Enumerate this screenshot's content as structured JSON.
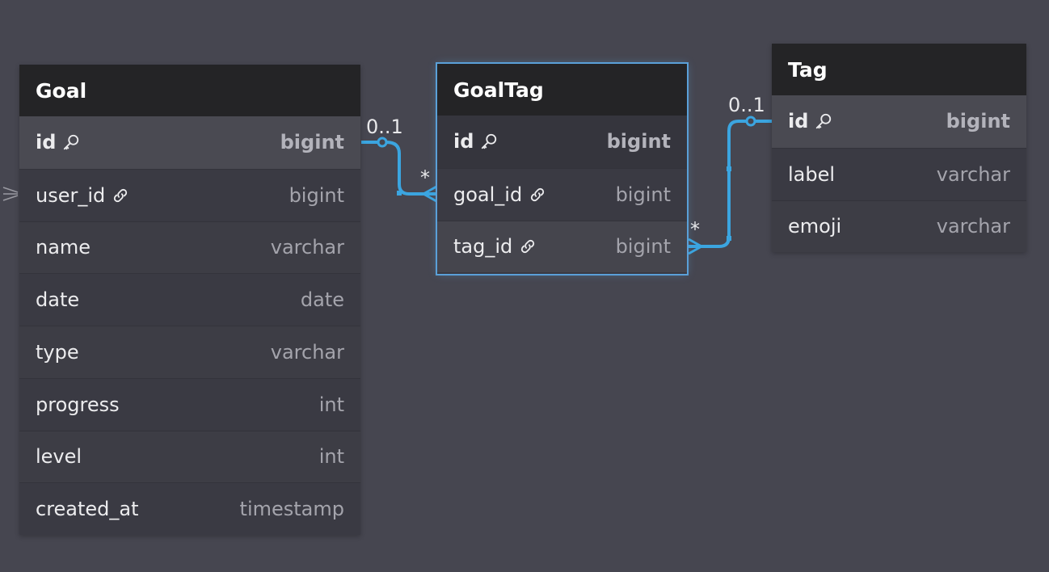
{
  "goal_table": {
    "name": "Goal",
    "rows": [
      {
        "field": "id",
        "type": "bigint",
        "icon": "key-icon"
      },
      {
        "field": "user_id",
        "type": "bigint",
        "icon": "link-icon"
      },
      {
        "field": "name",
        "type": "varchar"
      },
      {
        "field": "date",
        "type": "date"
      },
      {
        "field": "type",
        "type": "varchar"
      },
      {
        "field": "progress",
        "type": "int"
      },
      {
        "field": "level",
        "type": "int"
      },
      {
        "field": "created_at",
        "type": "timestamp"
      }
    ]
  },
  "goaltag_table": {
    "name": "GoalTag",
    "rows": [
      {
        "field": "id",
        "type": "bigint",
        "icon": "key-icon"
      },
      {
        "field": "goal_id",
        "type": "bigint",
        "icon": "link-icon"
      },
      {
        "field": "tag_id",
        "type": "bigint",
        "icon": "link-icon"
      }
    ]
  },
  "tag_table": {
    "name": "Tag",
    "rows": [
      {
        "field": "id",
        "type": "bigint",
        "icon": "key-icon"
      },
      {
        "field": "label",
        "type": "varchar"
      },
      {
        "field": "emoji",
        "type": "varchar"
      }
    ]
  },
  "relations": {
    "goal_goaltag": {
      "one_label": "0..1",
      "many_label": "*"
    },
    "tag_goaltag": {
      "one_label": "0..1",
      "many_label": "*"
    }
  },
  "colors": {
    "background": "#464650",
    "header": "#242426",
    "link": "#3ba5e0",
    "selection": "#5aa0d8"
  }
}
